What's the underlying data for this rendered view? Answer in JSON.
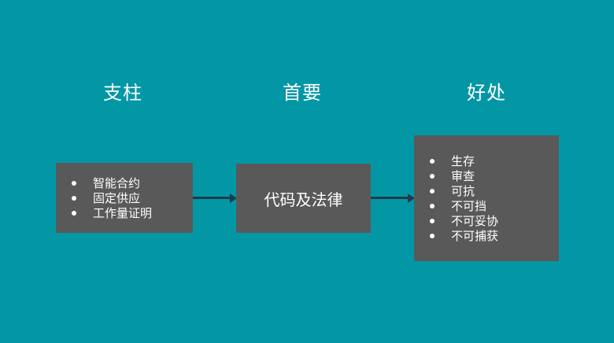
{
  "diagram": {
    "colors": {
      "background": "#0397A6",
      "box_fill": "#595959",
      "arrow": "#1E3B4A",
      "text": "#FFFFFF"
    },
    "headers": {
      "pillars": "支柱",
      "primary": "首要",
      "benefits": "好处"
    },
    "boxes": {
      "pillars": {
        "items": [
          "智能合约",
          "固定供应",
          "工作量证明"
        ]
      },
      "primary": {
        "label": "代码及法律"
      },
      "benefits": {
        "items": [
          "生存",
          "审查",
          "可抗",
          "不可挡",
          "不可妥协",
          "不可捕获"
        ]
      }
    }
  }
}
